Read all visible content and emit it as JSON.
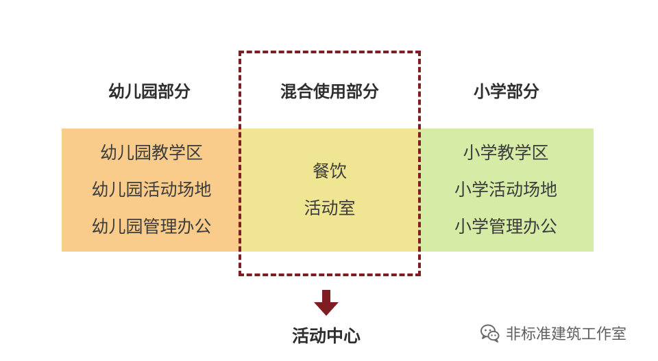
{
  "titles": {
    "left": "幼儿园部分",
    "middle": "混合使用部分",
    "right": "小学部分"
  },
  "blocks": {
    "left": {
      "color": "#f9cc8c",
      "items": [
        "幼儿园教学区",
        "幼儿园活动场地",
        "幼儿园管理办公"
      ]
    },
    "middle": {
      "color": "#f0e592",
      "items": [
        "餐饮",
        "活动室"
      ]
    },
    "right": {
      "color": "#d6eba6",
      "items": [
        "小学教学区",
        "小学活动场地",
        "小学管理办公"
      ]
    }
  },
  "frame_color": "#7e1e22",
  "arrow": {
    "icon": "arrow-down-icon",
    "color": "#7e1e22"
  },
  "result_label": "活动中心",
  "watermark": {
    "icon": "wechat-icon",
    "text": "非标准建筑工作室"
  }
}
